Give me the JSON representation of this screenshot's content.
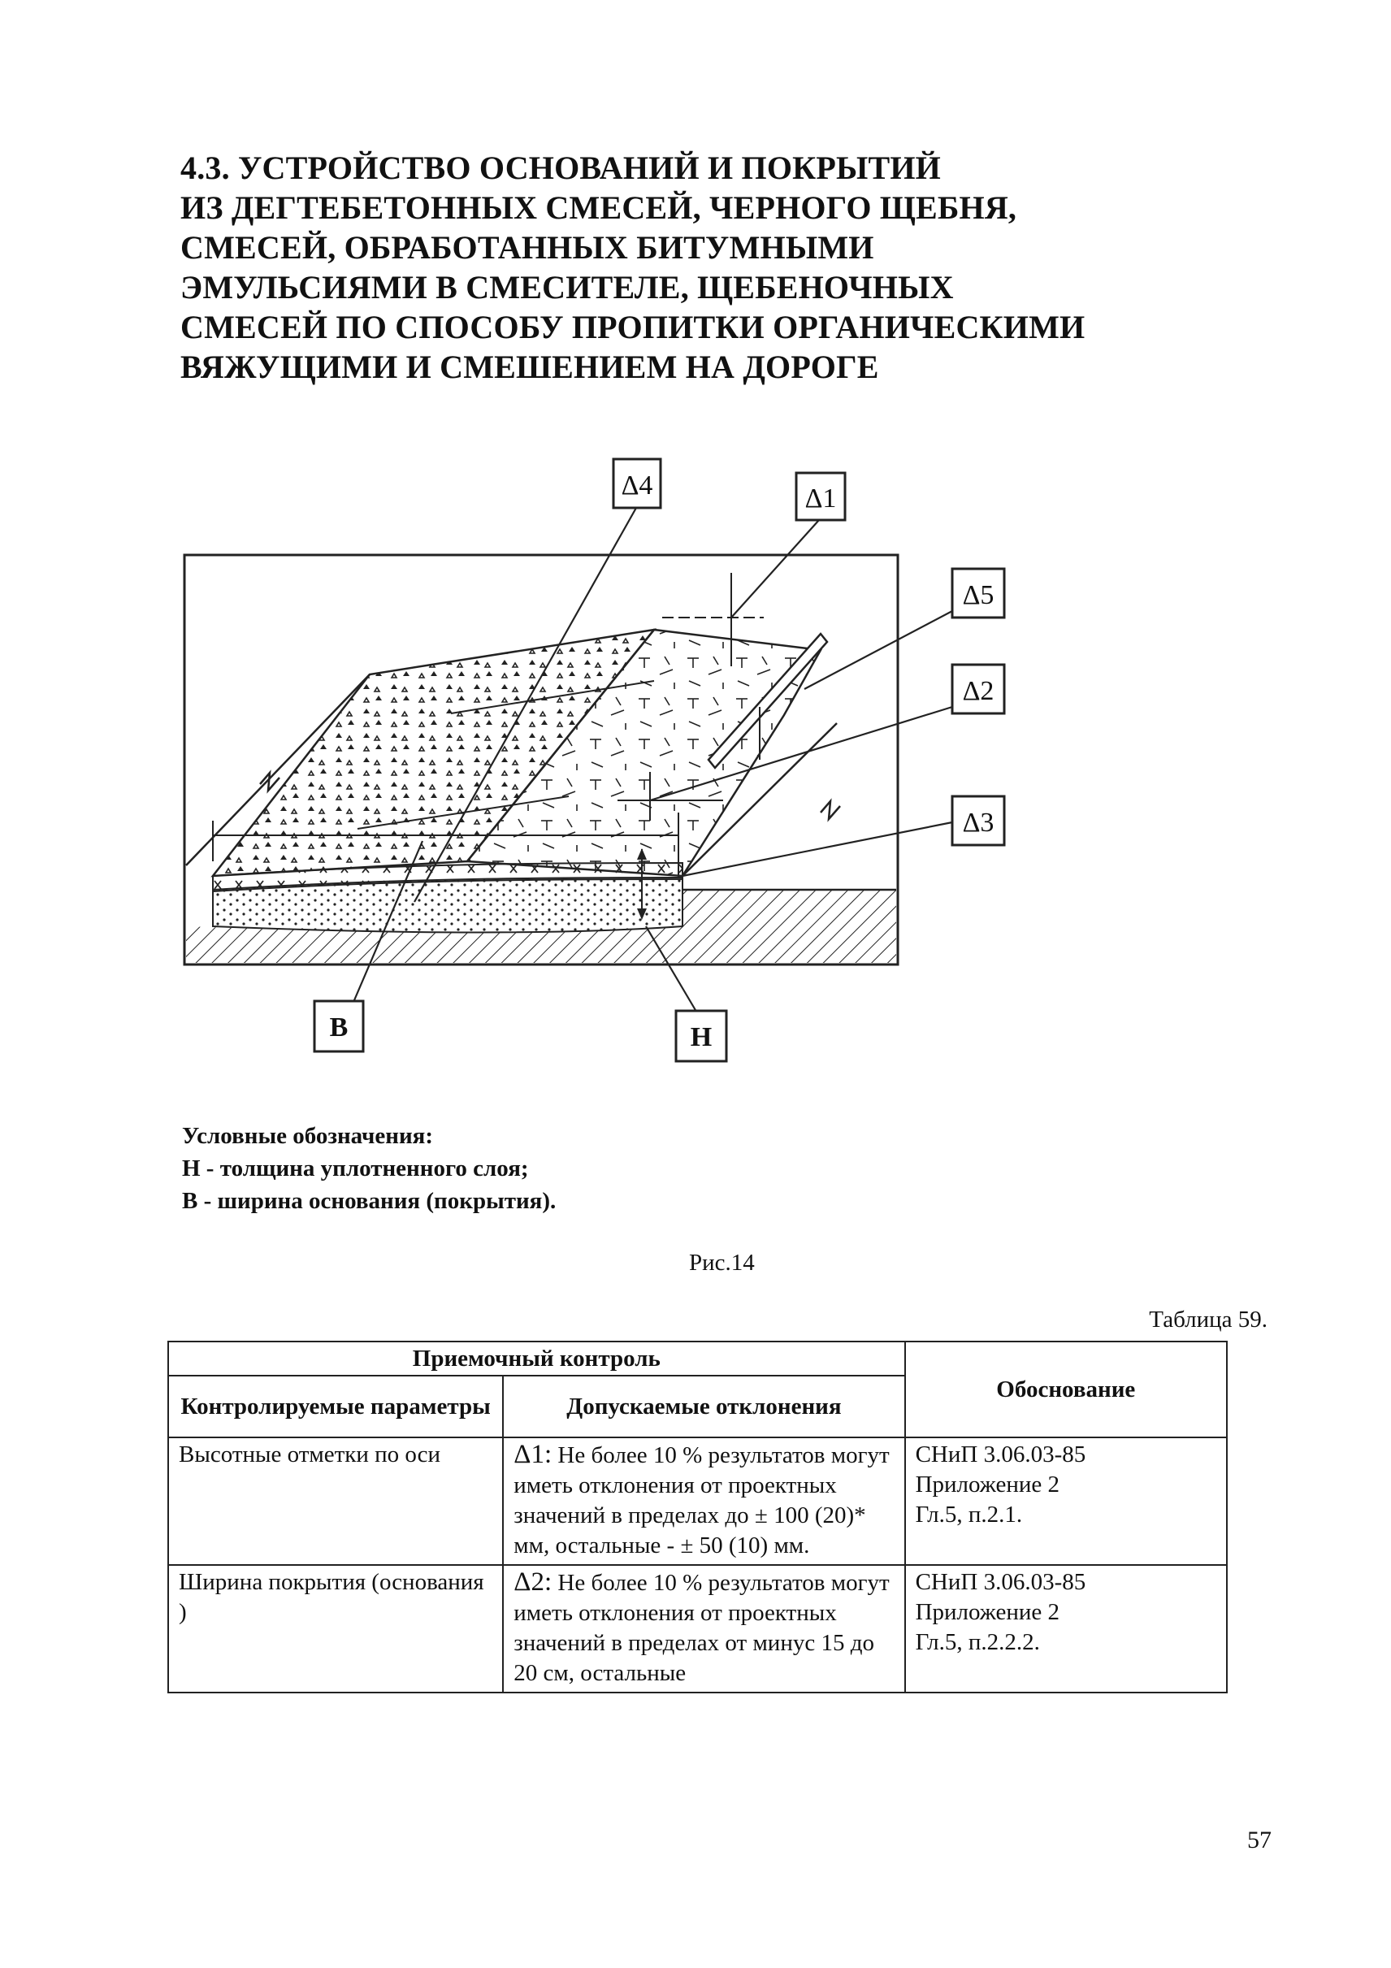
{
  "heading": {
    "lines": [
      "4.3. УСТРОЙСТВО ОСНОВАНИЙ И ПОКРЫТИЙ",
      "ИЗ ДЕГТЕБЕТОННЫХ СМЕСЕЙ, ЧЕРНОГО ЩЕБНЯ,",
      "СМЕСЕЙ, ОБРАБОТАННЫХ БИТУМНЫМИ",
      "ЭМУЛЬСИЯМИ В СМЕСИТЕЛЕ, ЩЕБЕНОЧНЫХ",
      "СМЕСЕЙ ПО СПОСОБУ ПРОПИТКИ ОРГАНИЧЕСКИМИ",
      "ВЯЖУЩИМИ И СМЕШЕНИЕМ НА ДОРОГЕ"
    ]
  },
  "figure": {
    "labels": {
      "d4": "Δ4",
      "d1": "Δ1",
      "d5": "Δ5",
      "d2": "Δ2",
      "d3": "Δ3",
      "b": "В",
      "h": "Н"
    }
  },
  "legend": {
    "title": "Условные обозначения:",
    "items": [
      "Н - толщина уплотненного слоя;",
      "В - ширина основания (покрытия)."
    ]
  },
  "caption": "Рис.14",
  "table": {
    "number": "Таблица 59.",
    "header_group": "Приемочный контроль",
    "col_params": "Контролируемые параметры",
    "col_deviations": "Допускаемые отклонения",
    "col_basis": "Обоснование",
    "rows": [
      {
        "param": "Высотные отметки по оси",
        "delta": "Δ1:",
        "deviation": "Не более 10 % результатов могут иметь отклонения от проектных значений в пределах до ± 100 (20)* мм, остальные - ± 50 (10) мм.",
        "basis": [
          "СНиП 3.06.03-85",
          "Приложение 2",
          "Гл.5, п.2.1."
        ]
      },
      {
        "param": "Ширина покрытия (основания )",
        "delta": "Δ2:",
        "deviation": "Не более 10 % результатов могут иметь отклонения от проектных значений в пределах от минус 15 до 20 см, остальные",
        "basis": [
          "СНиП 3.06.03-85",
          "Приложение 2",
          "Гл.5, п.2.2.2."
        ]
      }
    ]
  },
  "page_number": "57"
}
